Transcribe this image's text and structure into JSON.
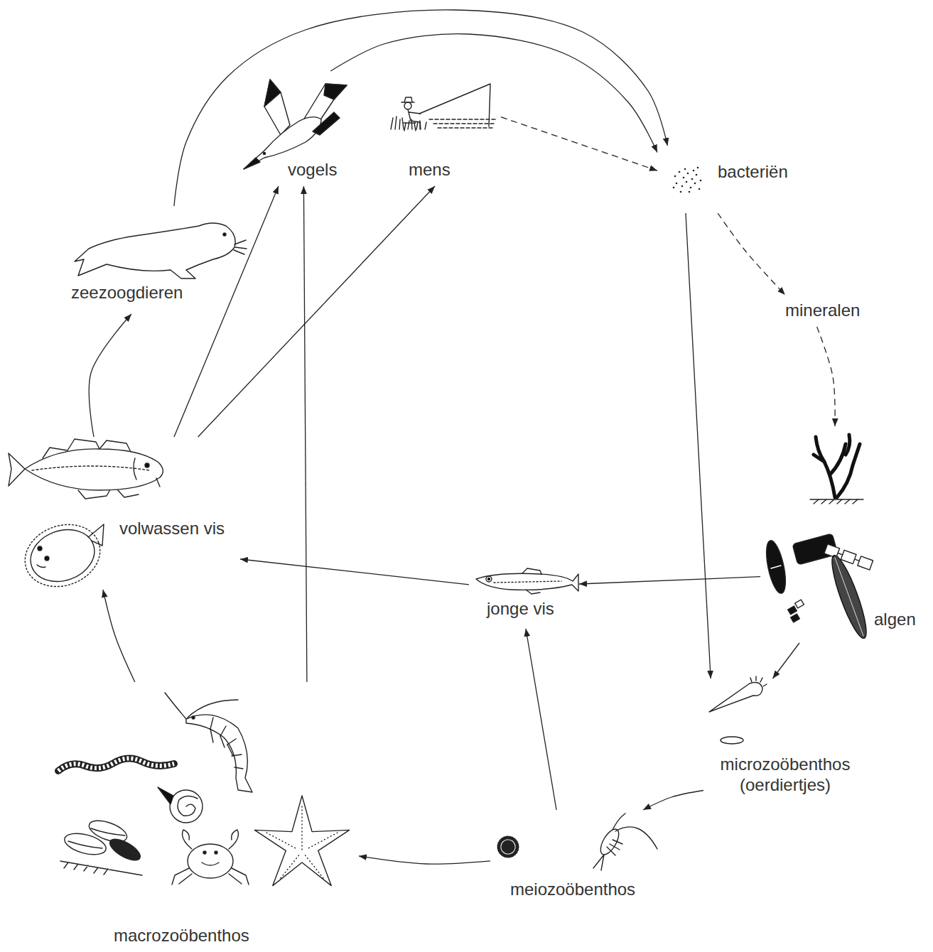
{
  "diagram": {
    "nodes": [
      {
        "text": [
          "vogels"
        ]
      },
      {
        "text": [
          "mens"
        ]
      },
      {
        "text": [
          "bacteriën"
        ]
      },
      {
        "text": [
          "mineralen"
        ]
      },
      {
        "text": [
          "algen"
        ]
      },
      {
        "text": [
          "microzoöbenthos (oerdiertjes)"
        ]
      },
      {
        "text": [
          "meiozoöbenthos"
        ]
      },
      {
        "text": [
          "macrozoöbenthos"
        ]
      },
      {
        "text": [
          "jonge vis"
        ]
      },
      {
        "text": [
          "volwassen vis"
        ]
      },
      {
        "text": [
          "zeezoogdieren"
        ]
      }
    ],
    "edges": [
      {
        "from": 10,
        "to": 2,
        "arrow": "to"
      },
      {
        "from": 0,
        "to": 2,
        "arrow": "to"
      },
      {
        "from": 1,
        "to": 2,
        "arrow": "to"
      },
      {
        "from": 2,
        "to": 3,
        "arrow": "to"
      },
      {
        "from": 3,
        "to": 4,
        "arrow": "to"
      },
      {
        "from": 2,
        "to": 5,
        "arrow": "to"
      },
      {
        "from": 4,
        "to": 5,
        "arrow": "to"
      },
      {
        "from": 4,
        "to": 8,
        "arrow": "to"
      },
      {
        "from": 5,
        "to": 6,
        "arrow": "to"
      },
      {
        "from": 6,
        "to": 8,
        "arrow": "to"
      },
      {
        "from": 6,
        "to": 7,
        "arrow": "to"
      },
      {
        "from": 7,
        "to": 9,
        "arrow": "to"
      },
      {
        "from": 7,
        "to": 0,
        "arrow": "to"
      },
      {
        "from": 8,
        "to": 9,
        "arrow": "to"
      },
      {
        "from": 9,
        "to": 10,
        "arrow": "to"
      },
      {
        "from": 9,
        "to": 0,
        "arrow": "to"
      },
      {
        "from": 9,
        "to": 1,
        "arrow": "to"
      }
    ]
  }
}
